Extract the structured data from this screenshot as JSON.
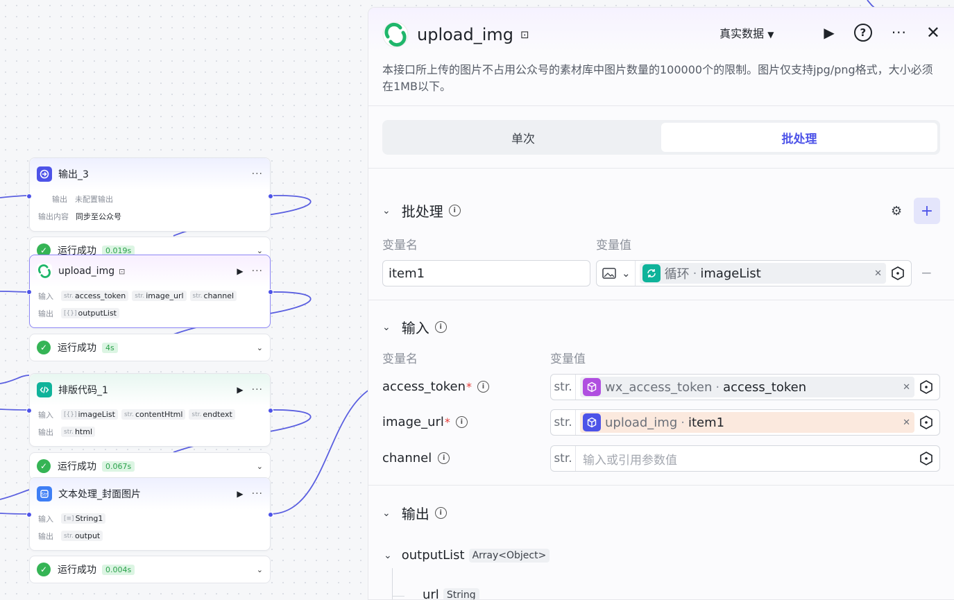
{
  "canvas": {
    "nodes": [
      {
        "title": "输出_3",
        "rows": [
          {
            "label": "输出",
            "value": "未配置输出"
          },
          {
            "label": "输出内容",
            "value": "同步至公众号"
          }
        ]
      },
      {
        "title": "upload_img",
        "rows": [
          {
            "label": "输入",
            "tags": [
              {
                "p": "str.",
                "n": "access_token"
              },
              {
                "p": "str.",
                "n": "image_url"
              },
              {
                "p": "str.",
                "n": "channel"
              }
            ]
          },
          {
            "label": "输出",
            "tags": [
              {
                "p": "[{}]",
                "n": "outputList"
              }
            ]
          }
        ]
      },
      {
        "title": "排版代码_1",
        "rows": [
          {
            "label": "输入",
            "tags": [
              {
                "p": "[{}]",
                "n": "imageList"
              },
              {
                "p": "str.",
                "n": "contentHtml"
              },
              {
                "p": "str.",
                "n": "endtext"
              }
            ]
          },
          {
            "label": "输出",
            "tags": [
              {
                "p": "str.",
                "n": "html"
              }
            ]
          }
        ]
      },
      {
        "title": "文本处理_封面图片",
        "rows": [
          {
            "label": "输入",
            "tags": [
              {
                "p": "[≡]",
                "n": "String1"
              }
            ]
          },
          {
            "label": "输出",
            "tags": [
              {
                "p": "str.",
                "n": "output"
              }
            ]
          }
        ]
      }
    ],
    "statuses": [
      {
        "text": "运行成功",
        "time": "0.019s"
      },
      {
        "text": "运行成功",
        "time": "4s"
      },
      {
        "text": "运行成功",
        "time": "0.067s"
      },
      {
        "text": "运行成功",
        "time": "0.004s"
      }
    ]
  },
  "panel": {
    "title": "upload_img",
    "description": "本接口所上传的图片不占用公众号的素材库中图片数量的100000个的限制。图片仅支持jpg/png格式，大小必须在1MB以下。",
    "real_data_label": "真实数据",
    "tabs": [
      "单次",
      "批处理"
    ],
    "active_tab": "批处理",
    "batch": {
      "title": "批处理",
      "col_name": "变量名",
      "col_value": "变量值",
      "item_name": "item1",
      "ref_source": "循环",
      "ref_name": "imageList"
    },
    "input": {
      "title": "输入",
      "col_name": "变量名",
      "col_value": "变量值",
      "fields": [
        {
          "name": "access_token",
          "required": true,
          "prefix": "str.",
          "ref_source": "wx_access_token",
          "ref_name": "access_token"
        },
        {
          "name": "image_url",
          "required": true,
          "prefix": "str.",
          "ref_source": "upload_img",
          "ref_name": "item1"
        },
        {
          "name": "channel",
          "required": false,
          "prefix": "str.",
          "placeholder": "输入或引用参数值"
        }
      ]
    },
    "output": {
      "title": "输出",
      "items": [
        {
          "name": "outputList",
          "type": "Array<Object>"
        },
        {
          "name": "url",
          "type": "String"
        }
      ]
    },
    "colors": {
      "accent": "#4d53e8",
      "success": "#35b455",
      "ref_highlight": "#fbe9de"
    }
  }
}
